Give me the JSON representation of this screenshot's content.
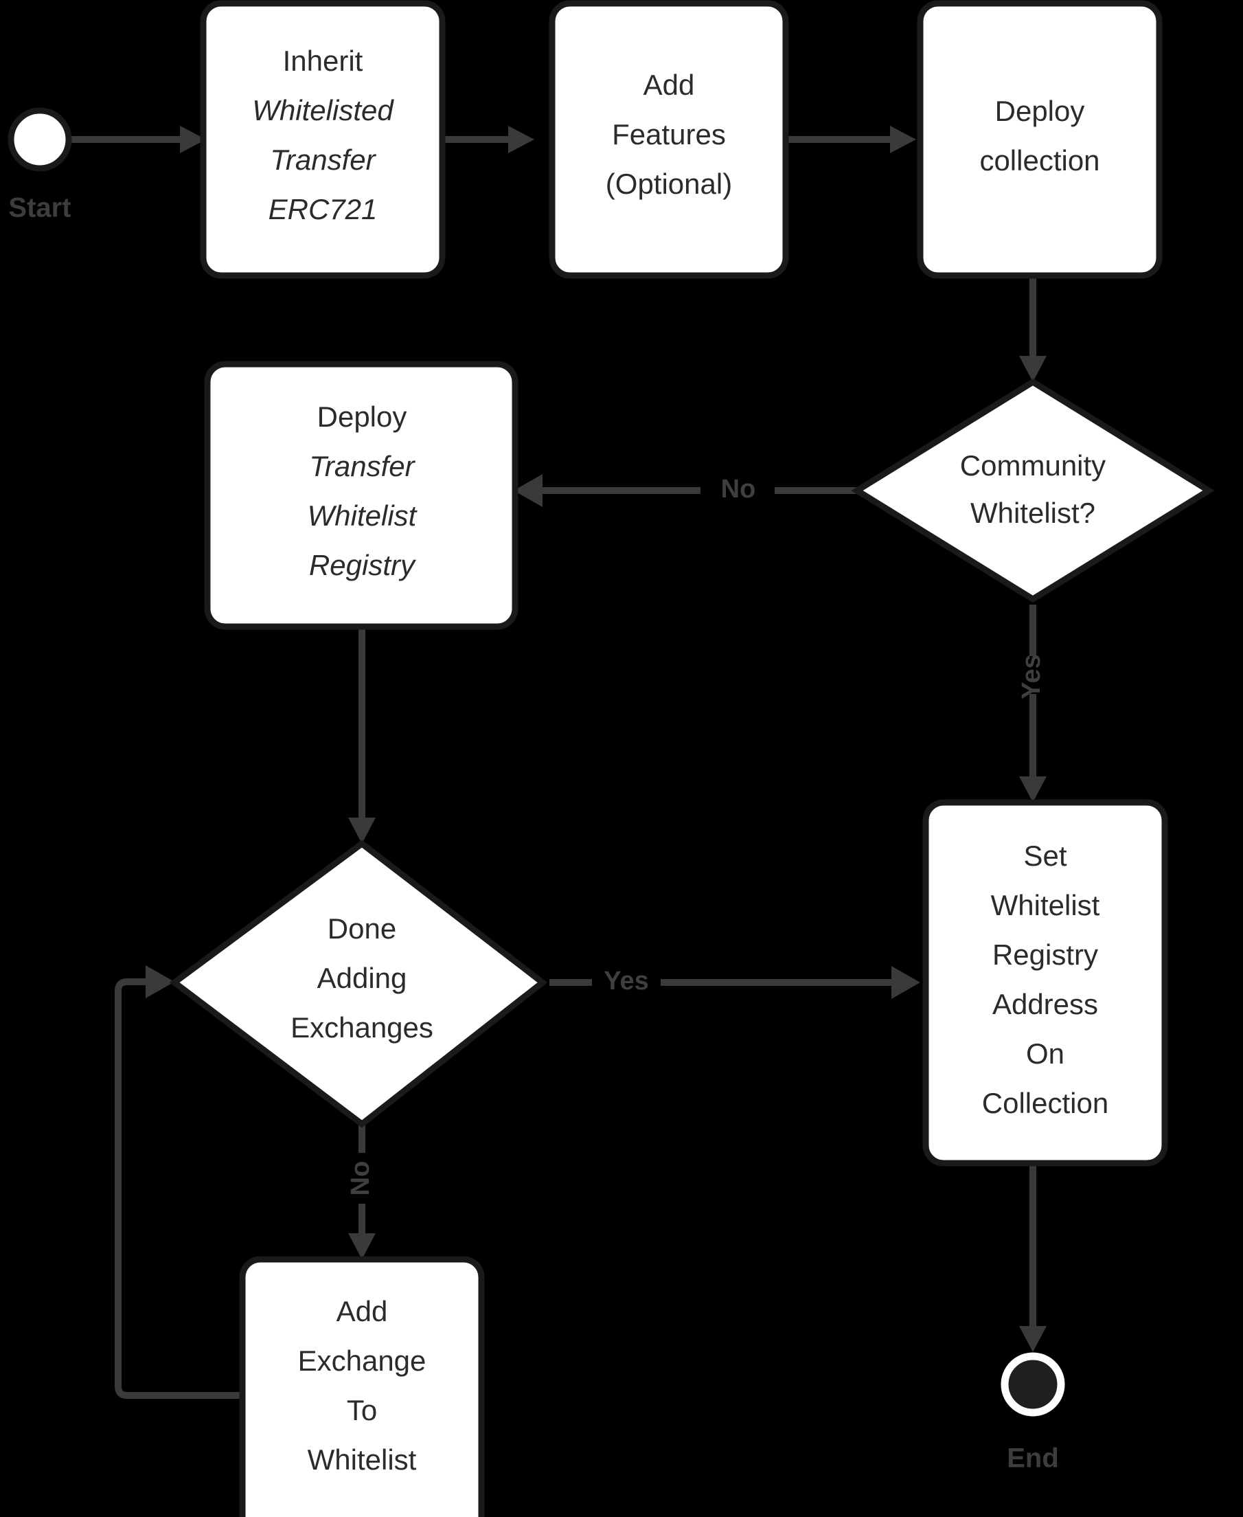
{
  "diagram": {
    "type": "flowchart",
    "orientation": "top-down-with-branches",
    "background_color": "#000000",
    "node_fill_color": "#ffffff",
    "node_stroke_color": "#1a1a1a",
    "text_color": "#2b2b2b",
    "edge_color": "#3a3a3a"
  },
  "terminals": {
    "start": {
      "label": "Start",
      "shape": "circle",
      "fill": "#ffffff"
    },
    "end": {
      "label": "End",
      "shape": "circle",
      "fill": "#1f1f1f"
    }
  },
  "nodes": {
    "inherit": {
      "shape": "rounded-rect",
      "lines": [
        {
          "text": "Inherit",
          "italic": false
        },
        {
          "text": "Whitelisted",
          "italic": true
        },
        {
          "text": "Transfer",
          "italic": true
        },
        {
          "text": "ERC721",
          "italic": true
        }
      ]
    },
    "add_features": {
      "shape": "rounded-rect",
      "lines": [
        {
          "text": "Add",
          "italic": false
        },
        {
          "text": "Features",
          "italic": false
        },
        {
          "text": "(Optional)",
          "italic": false
        }
      ]
    },
    "deploy_collection": {
      "shape": "rounded-rect",
      "lines": [
        {
          "text": "Deploy",
          "italic": false
        },
        {
          "text": "collection",
          "italic": false
        }
      ]
    },
    "community_whitelist": {
      "shape": "diamond",
      "lines": [
        {
          "text": "Community",
          "italic": false
        },
        {
          "text": "Whitelist?",
          "italic": false
        }
      ]
    },
    "deploy_registry": {
      "shape": "rounded-rect",
      "lines": [
        {
          "text": "Deploy",
          "italic": false
        },
        {
          "text": "Transfer",
          "italic": true
        },
        {
          "text": "Whitelist",
          "italic": true
        },
        {
          "text": "Registry",
          "italic": true
        }
      ]
    },
    "done_adding": {
      "shape": "diamond",
      "lines": [
        {
          "text": "Done",
          "italic": false
        },
        {
          "text": "Adding",
          "italic": false
        },
        {
          "text": "Exchanges",
          "italic": false
        }
      ]
    },
    "add_exchange": {
      "shape": "rounded-rect",
      "lines": [
        {
          "text": "Add",
          "italic": false
        },
        {
          "text": "Exchange",
          "italic": false
        },
        {
          "text": "To",
          "italic": false
        },
        {
          "text": "Whitelist",
          "italic": false
        }
      ]
    },
    "set_registry_address": {
      "shape": "rounded-rect",
      "lines": [
        {
          "text": "Set",
          "italic": false
        },
        {
          "text": "Whitelist",
          "italic": false
        },
        {
          "text": "Registry",
          "italic": false
        },
        {
          "text": "Address",
          "italic": false
        },
        {
          "text": "On",
          "italic": false
        },
        {
          "text": "Collection",
          "italic": false
        }
      ]
    }
  },
  "edges": [
    {
      "from": "start",
      "to": "inherit",
      "label": ""
    },
    {
      "from": "inherit",
      "to": "add_features",
      "label": ""
    },
    {
      "from": "add_features",
      "to": "deploy_collection",
      "label": ""
    },
    {
      "from": "deploy_collection",
      "to": "community_whitelist",
      "label": ""
    },
    {
      "from": "community_whitelist",
      "to": "deploy_registry",
      "label": "No"
    },
    {
      "from": "community_whitelist",
      "to": "set_registry_address",
      "label": "Yes"
    },
    {
      "from": "deploy_registry",
      "to": "done_adding",
      "label": ""
    },
    {
      "from": "done_adding",
      "to": "set_registry_address",
      "label": "Yes"
    },
    {
      "from": "done_adding",
      "to": "add_exchange",
      "label": "No"
    },
    {
      "from": "add_exchange",
      "to": "done_adding",
      "label": ""
    },
    {
      "from": "set_registry_address",
      "to": "end",
      "label": ""
    }
  ],
  "edge_labels": {
    "community_no": "No",
    "community_yes": "Yes",
    "done_yes": "Yes",
    "done_no": "No"
  }
}
